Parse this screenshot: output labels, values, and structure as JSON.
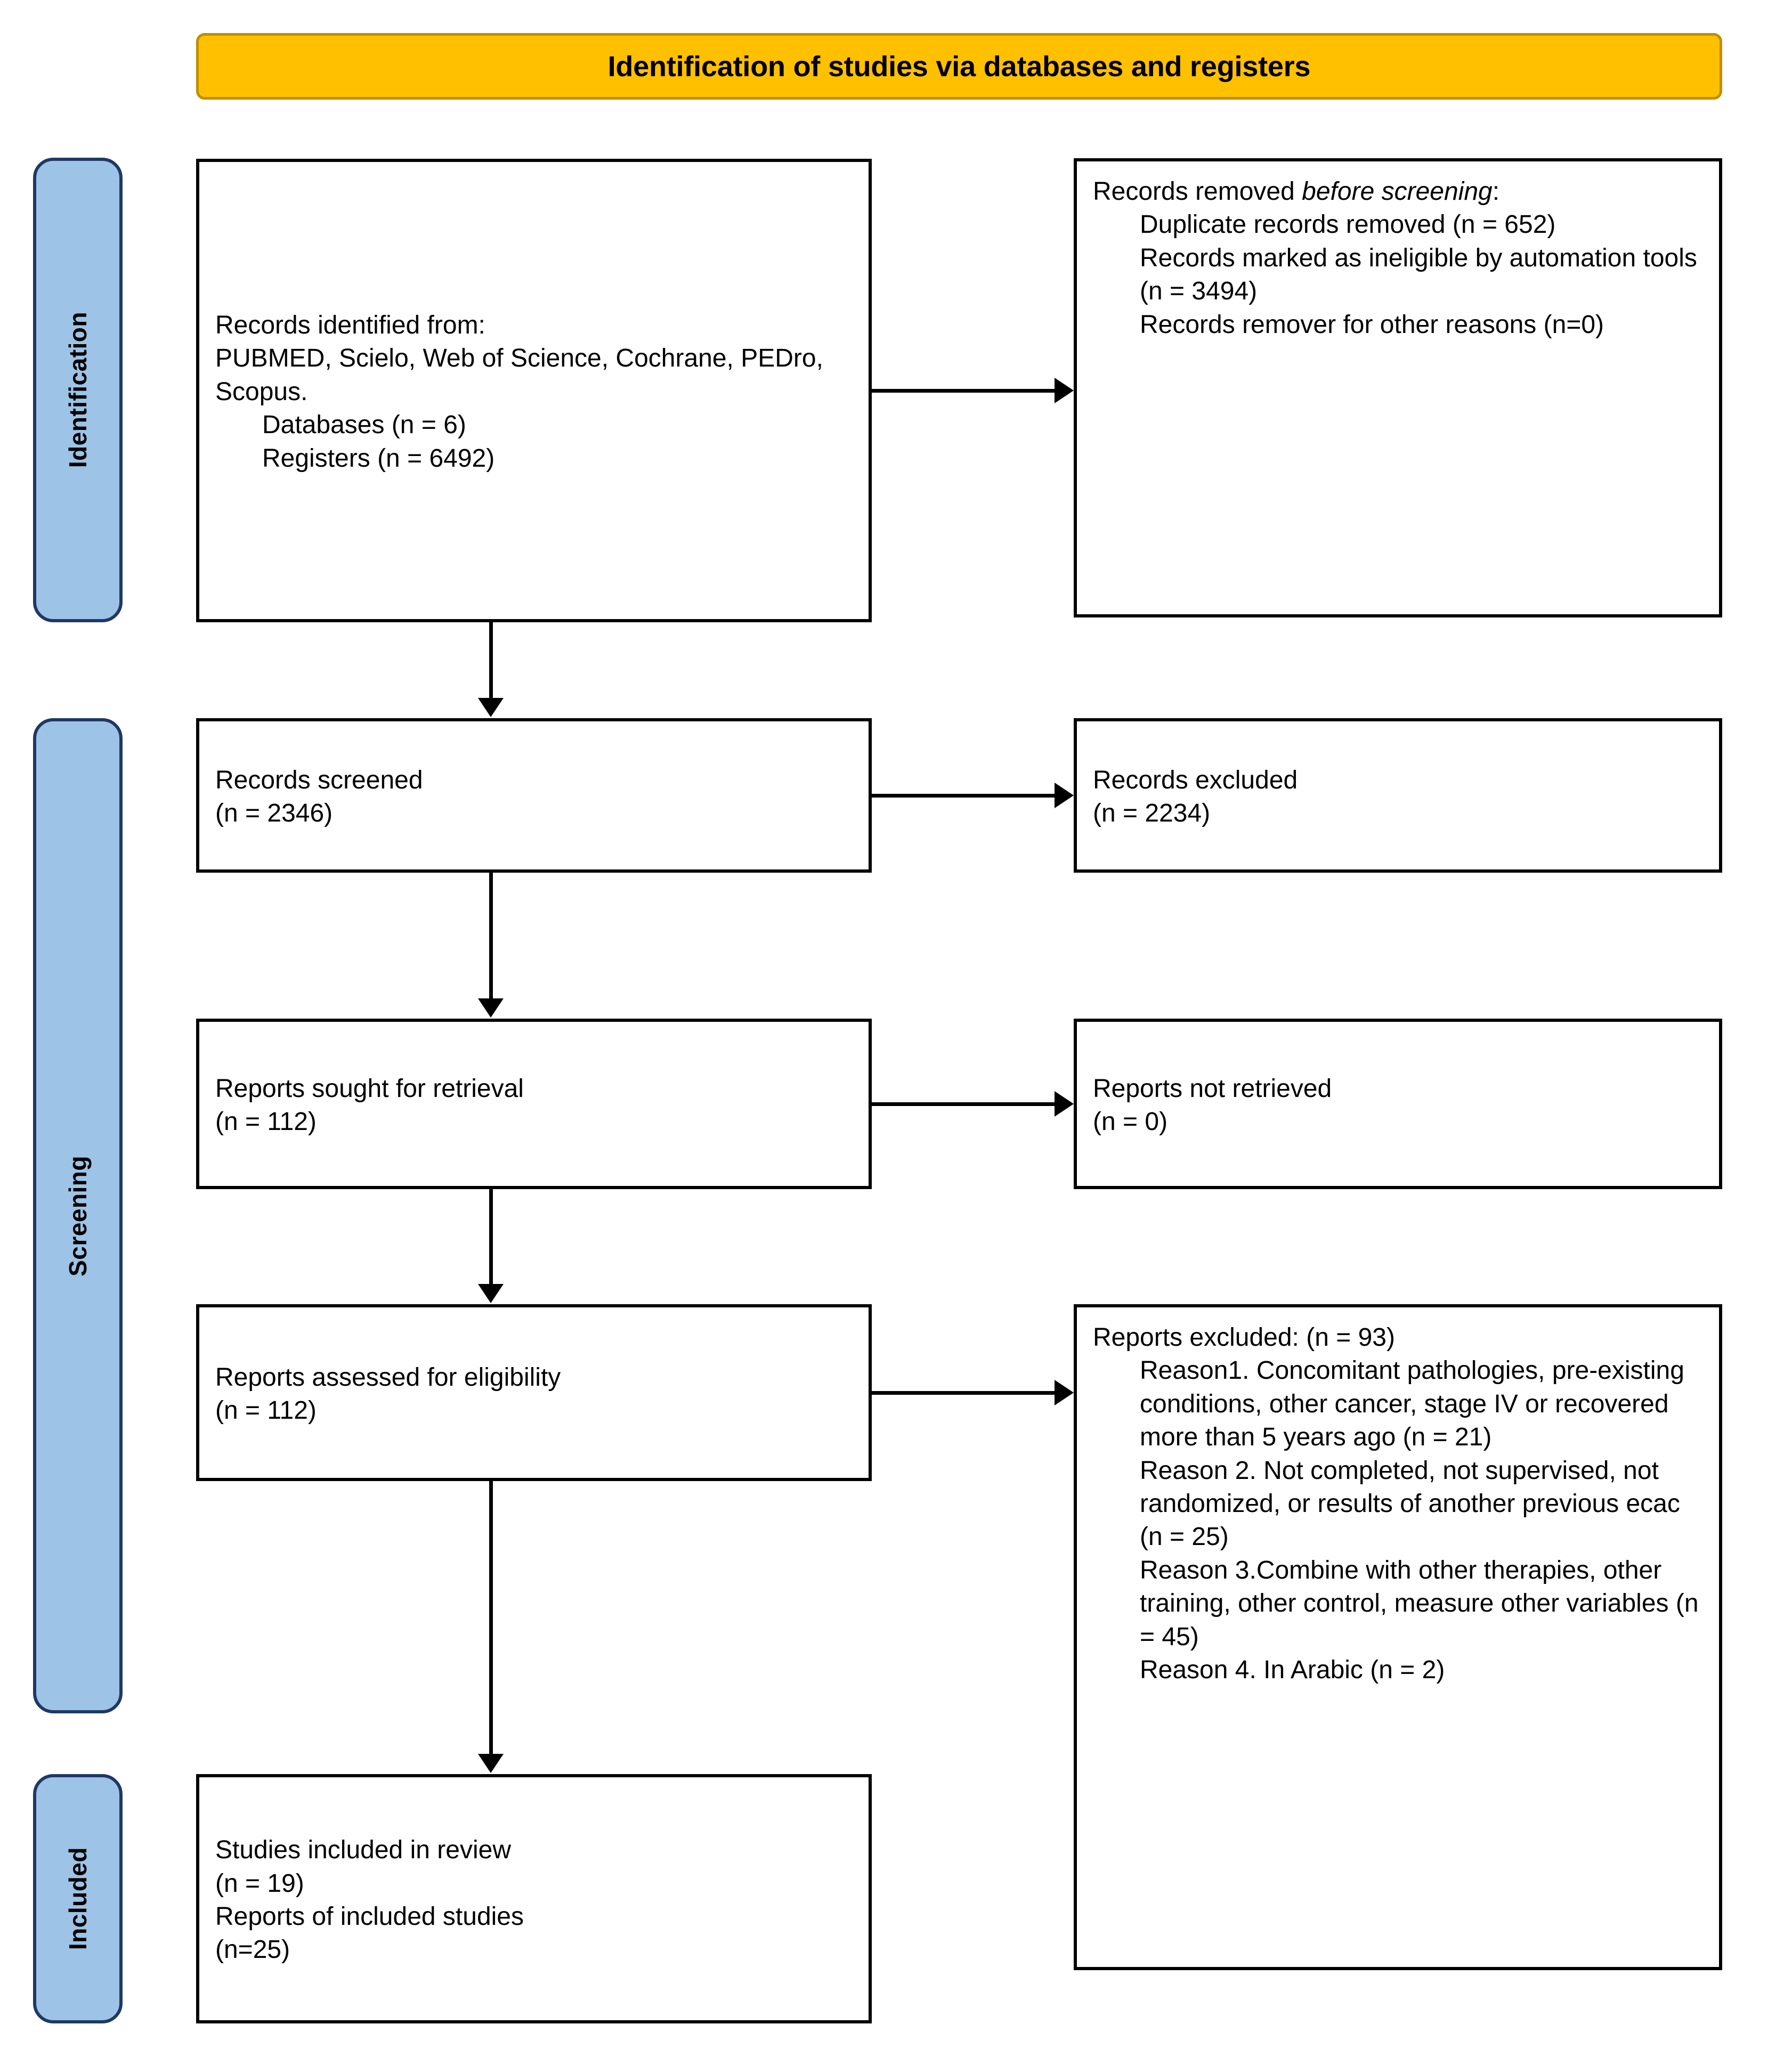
{
  "banner": {
    "title": "Identification of studies via databases and registers"
  },
  "stages": [
    {
      "id": "identification",
      "label": "Identification"
    },
    {
      "id": "screening",
      "label": "Screening"
    },
    {
      "id": "included",
      "label": "Included"
    }
  ],
  "boxes": {
    "identified": {
      "line1": "Records identified from:",
      "line2": "PUBMED, Scielo, Web of Science, Cochrane, PEDro, Scopus.",
      "sub1": "Databases (n = 6)",
      "sub2": "Registers (n = 6492)"
    },
    "removed": {
      "heading_plain": "Records removed ",
      "heading_italic": "before screening",
      "heading_tail": ":",
      "sub1": "Duplicate records removed (n = 652)",
      "sub2": "Records marked as ineligible by automation tools (n = 3494)",
      "sub3": "Records remover for other reasons (n=0)"
    },
    "screened": {
      "line1": "Records screened",
      "line2": "(n = 2346)"
    },
    "excluded_records": {
      "line1": "Records excluded",
      "line2": "(n = 2234)"
    },
    "sought": {
      "line1": "Reports sought for retrieval",
      "line2": "(n = 112)"
    },
    "not_retrieved": {
      "line1": "Reports not retrieved",
      "line2": "(n = 0)"
    },
    "assessed": {
      "line1": "Reports assessed for eligibility",
      "line2": "(n = 112)"
    },
    "excluded_reports": {
      "heading": "Reports excluded: (n = 93)",
      "reason1": "Reason1. Concomitant pathologies, pre-existing conditions, other cancer, stage IV or recovered more than 5 years ago (n = 21)",
      "reason2": "Reason 2. Not completed, not supervised, not randomized, or results of another previous ecac (n = 25)",
      "reason3": "Reason 3.Combine with other therapies, other training, other control, measure other variables (n = 45)",
      "reason4": "Reason 4. In Arabic (n = 2)"
    },
    "included": {
      "line1": "Studies included in review",
      "line2": "(n = 19)",
      "line3": "Reports of included studies",
      "line4": "(n=25)"
    }
  },
  "colors": {
    "banner_fill": "#FFC000",
    "banner_border": "#BF8F00",
    "stage_fill": "#9DC3E6",
    "stage_border": "#1F3864",
    "box_border": "#000000",
    "text": "#000000"
  }
}
